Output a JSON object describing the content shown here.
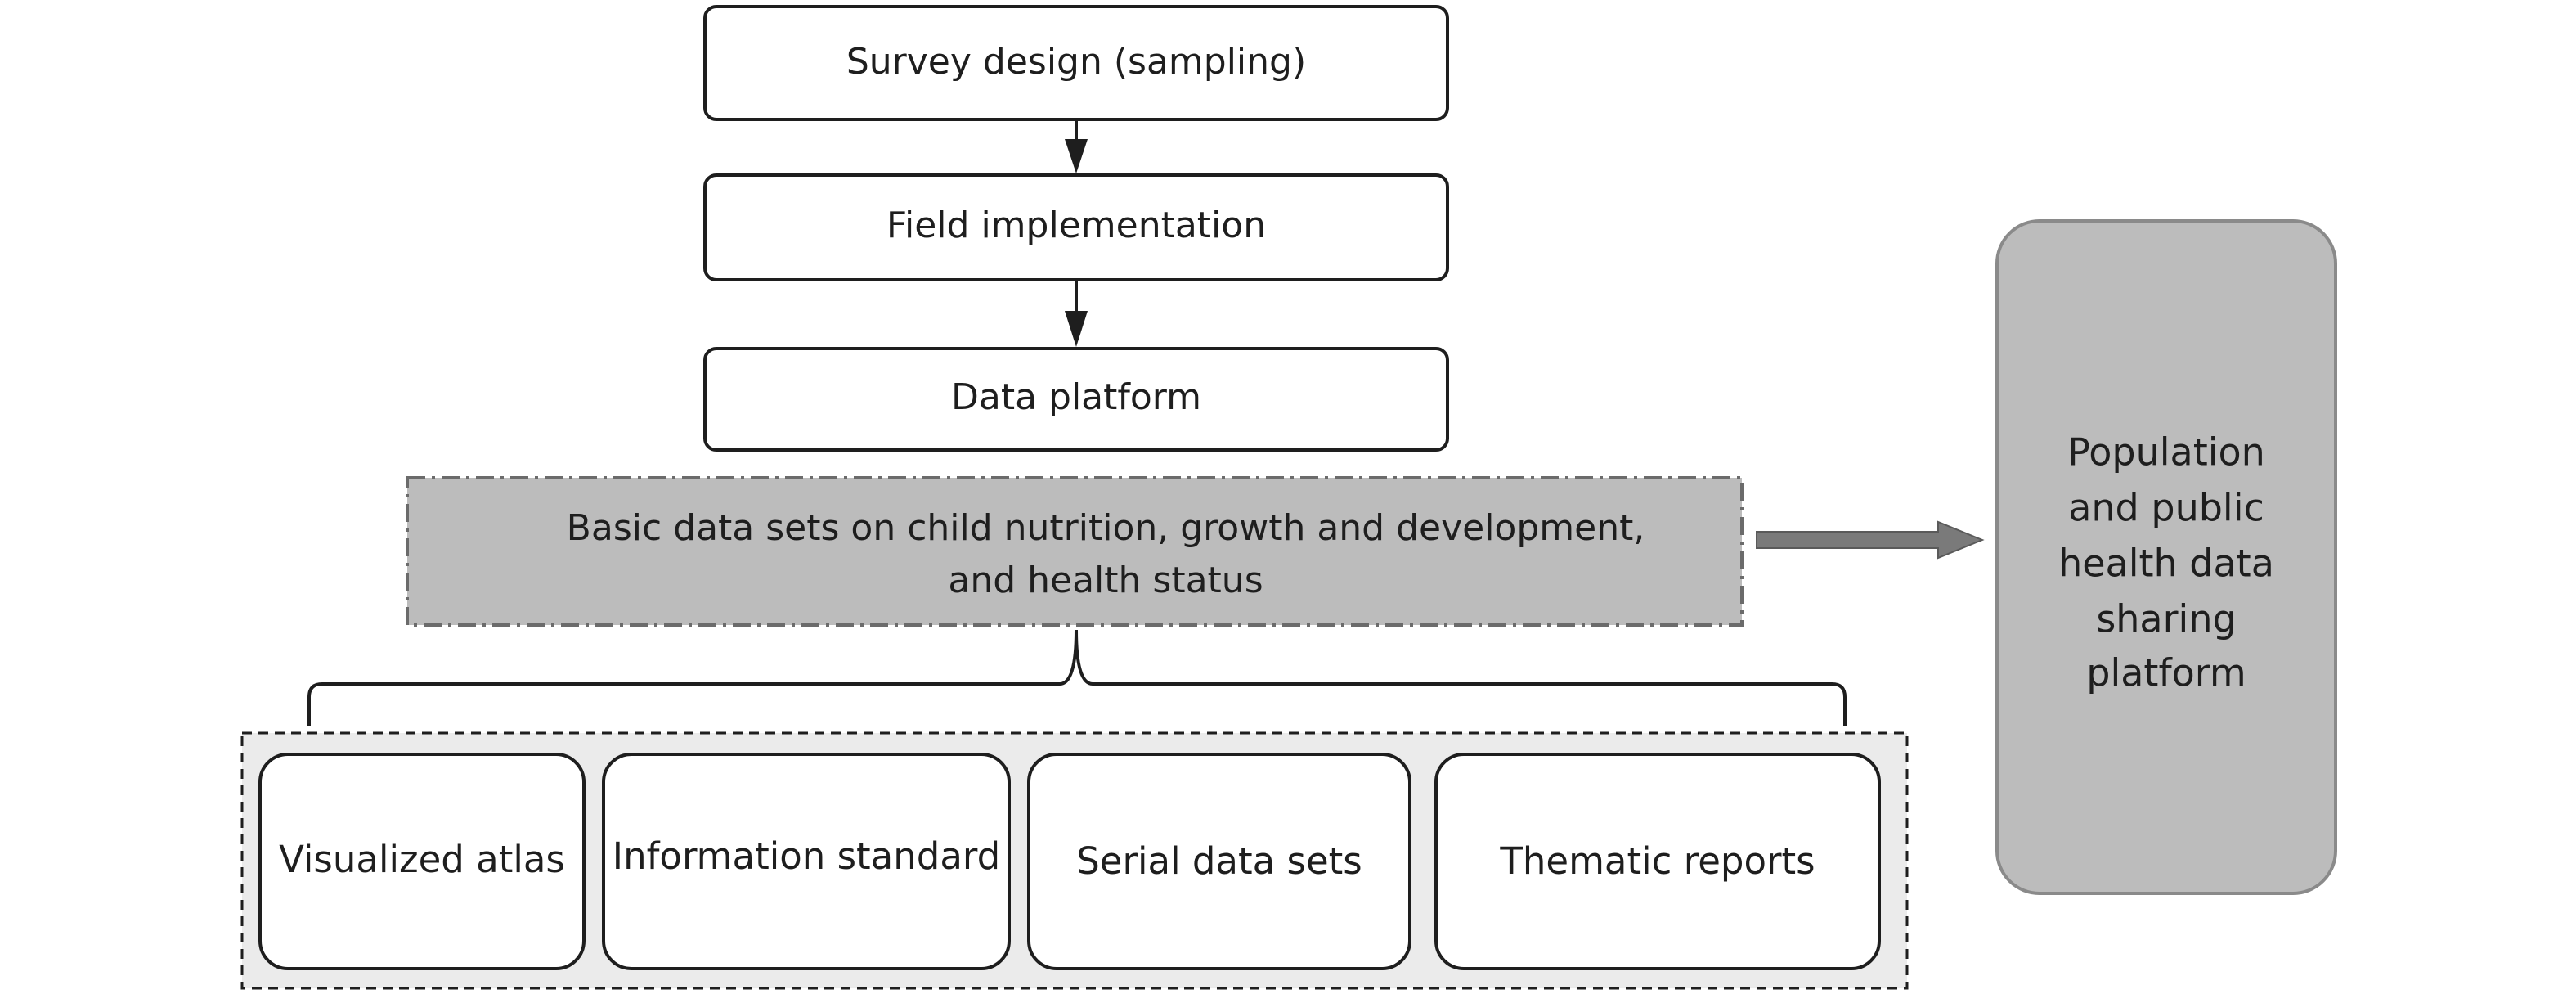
{
  "flow_steps": [
    {
      "label": "Survey design (sampling)"
    },
    {
      "label": "Field implementation"
    },
    {
      "label": "Data platform"
    }
  ],
  "datasets_box": {
    "lines": [
      "Basic data sets on child nutrition, growth and development,",
      "and health status"
    ]
  },
  "outputs": [
    {
      "label": "Visualized atlas"
    },
    {
      "label": "Information standard"
    },
    {
      "label": "Serial data sets"
    },
    {
      "label": "Thematic reports"
    }
  ],
  "sharing_platform": {
    "lines": [
      "Population",
      "and public",
      "health data",
      "sharing",
      "platform"
    ]
  },
  "colors": {
    "stroke": "#1e1e1e",
    "gray_fill": "#bcbcbc",
    "dash_stroke": "#6b6b6b",
    "outer_group_fill": "#ebebeb",
    "arrow_fill": "#7a7a7a",
    "platform_stroke": "#8a8a8a"
  }
}
